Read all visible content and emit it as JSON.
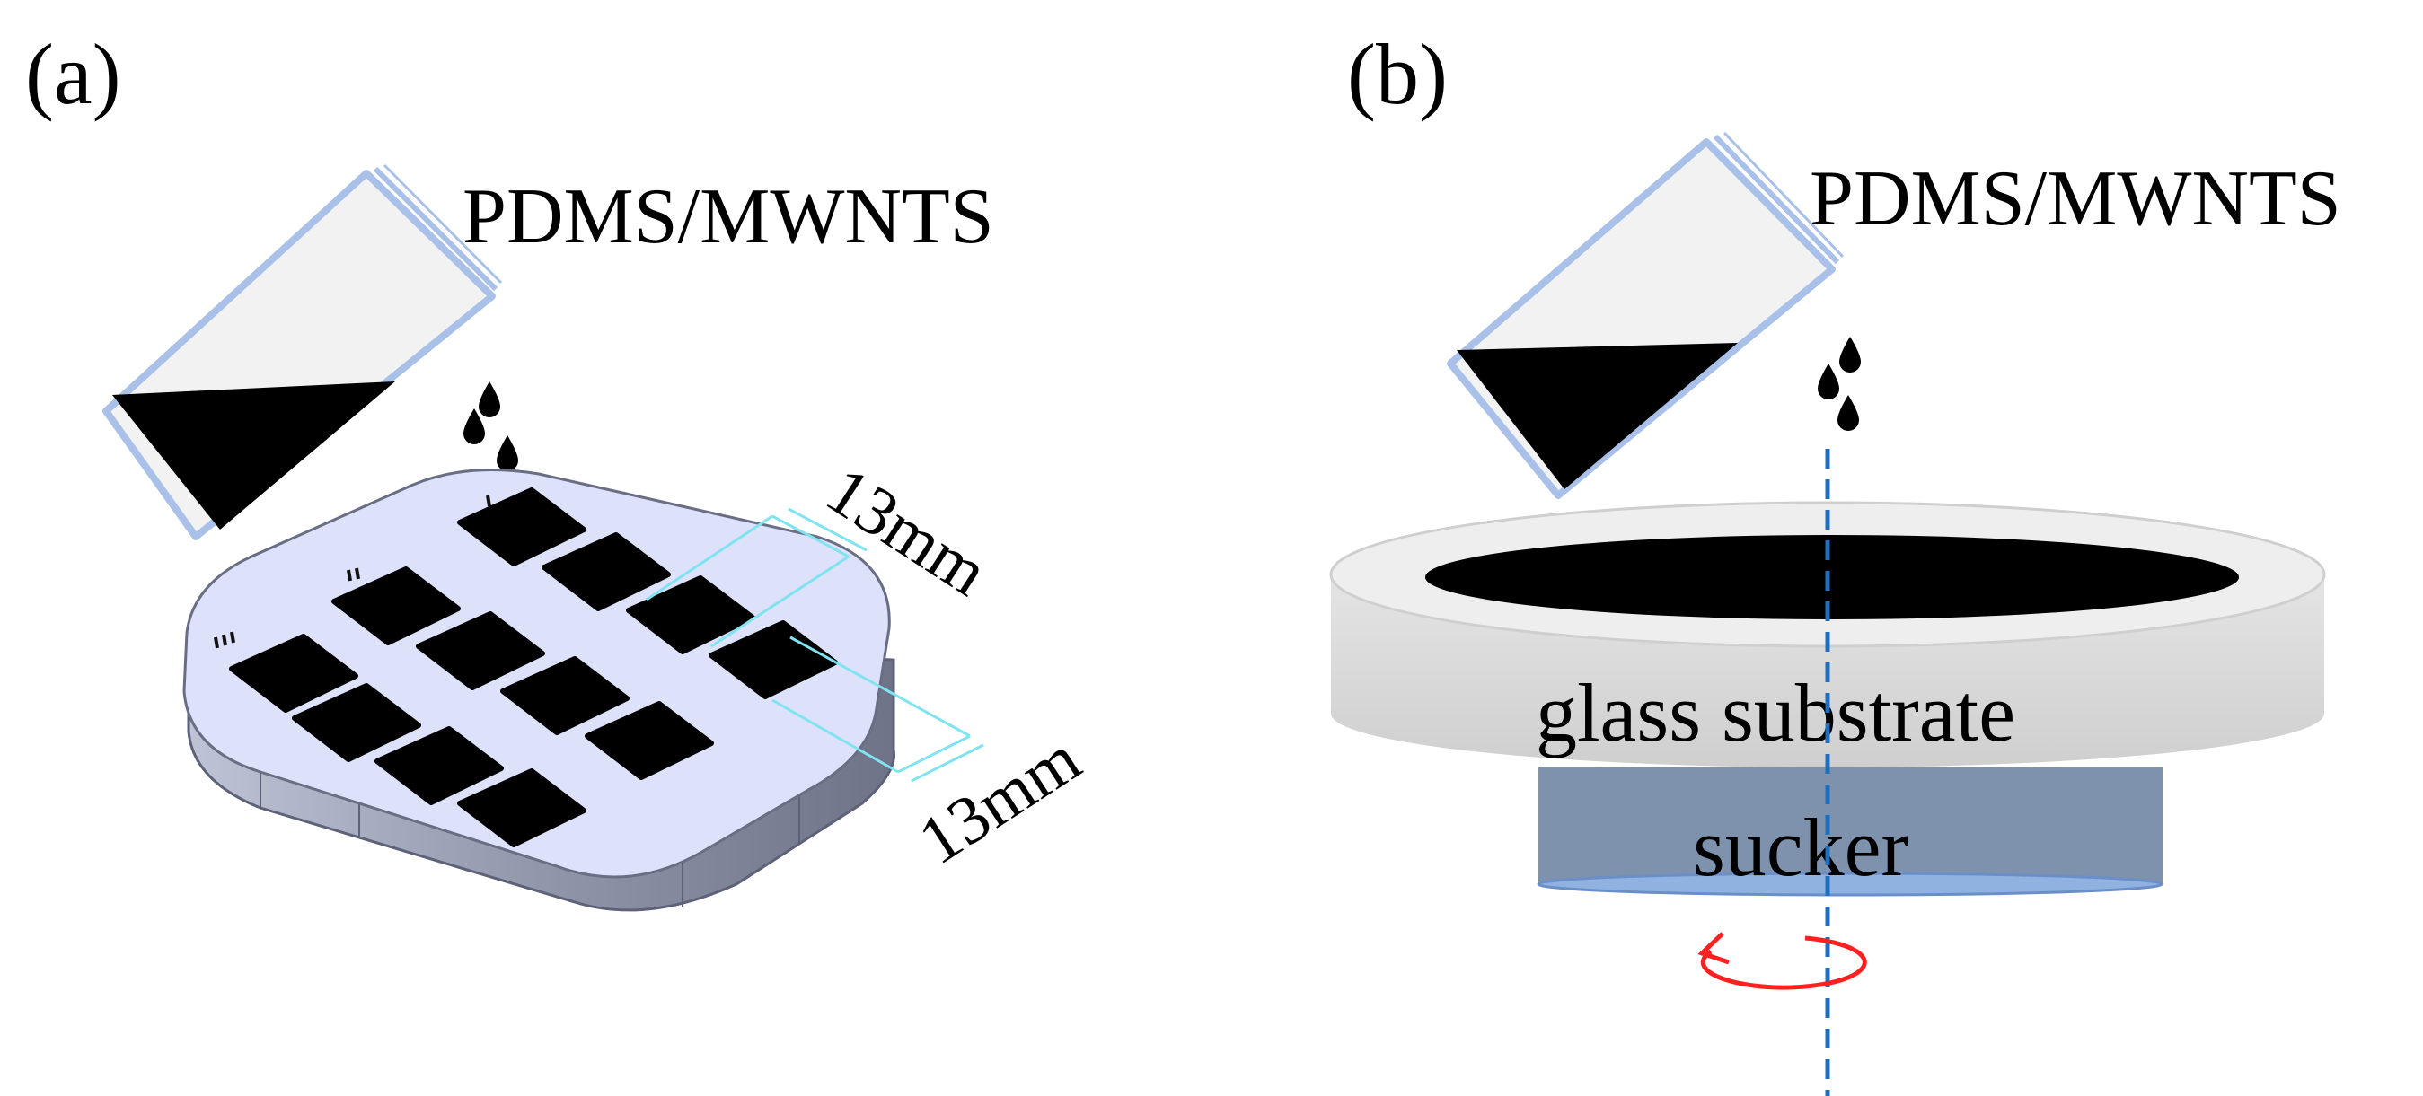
{
  "panels": [
    {
      "id": "a",
      "label": "(a)",
      "material_label": "PDMS/MWNTS",
      "dimension_labels": [
        "13mm",
        "13mm"
      ],
      "row_marks": [
        "I",
        "II",
        "III"
      ]
    },
    {
      "id": "b",
      "label": "(b)",
      "material_label": "PDMS/MWNTS",
      "substrate_label": "glass substrate",
      "sucker_label": "sucker"
    }
  ],
  "colors": {
    "container_outline": "#a9c0e8",
    "liquid": "#000000",
    "plate_top": "#dde2fa",
    "plate_side": "#8a8fa8",
    "dimension_lines": "#7fe3f0",
    "glass": "#dcdcdc",
    "sucker": "#7e92ad",
    "axis": "#1f6fbf",
    "rotation_arrow": "#ff2020"
  }
}
